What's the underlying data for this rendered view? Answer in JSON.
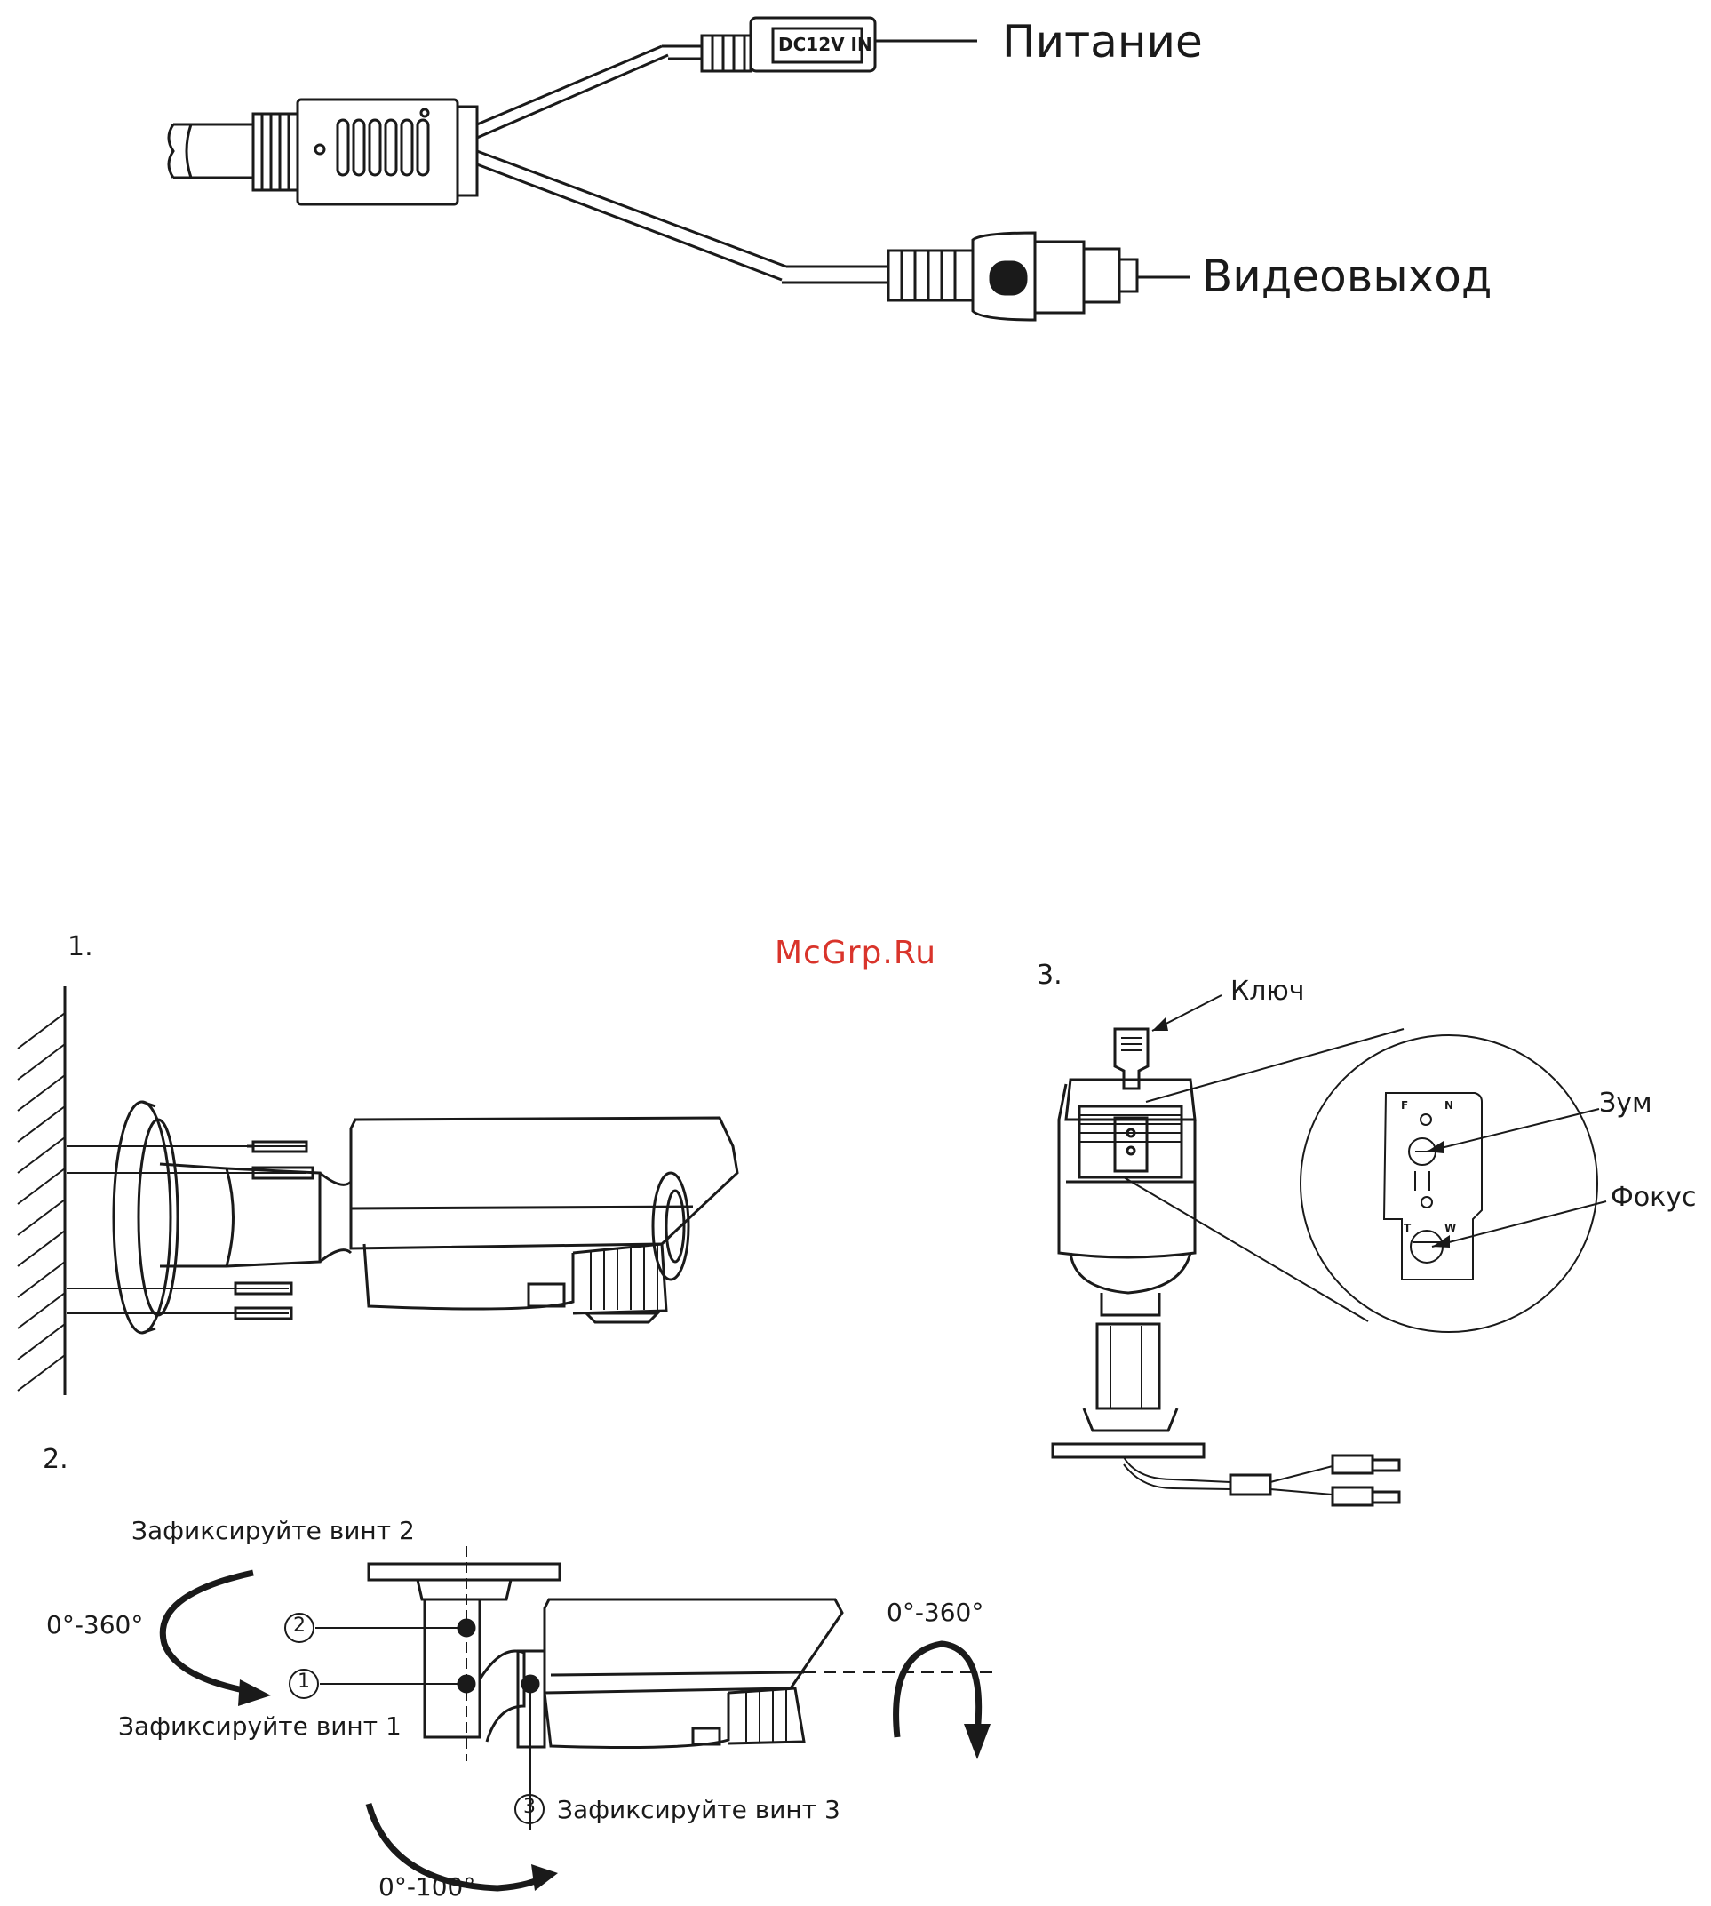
{
  "connectors": {
    "power_label": "Питание",
    "power_plug_text": "DC12V IN",
    "video_label": "Видеовыход"
  },
  "watermark": "McGrp.Ru",
  "step1": {
    "number": "1."
  },
  "step2": {
    "number": "2.",
    "screw2_label": "Зафиксируйте винт 2",
    "screw1_label": "Зафиксируйте винт 1",
    "screw3_label": "Зафиксируйте винт 3",
    "marker1": "1",
    "marker2": "2",
    "marker3": "3",
    "pan_range": "0°-360°",
    "rotate_range": "0°-360°",
    "tilt_range": "0°-100°"
  },
  "step3": {
    "number": "3.",
    "key_label": "Ключ",
    "zoom_label": "Зум",
    "focus_label": "Фокус",
    "lens_marks": [
      "F",
      "N",
      "T",
      "W"
    ]
  },
  "colors": {
    "line": "#1a1a1a",
    "watermark": "#d9342b",
    "background": "#ffffff"
  }
}
